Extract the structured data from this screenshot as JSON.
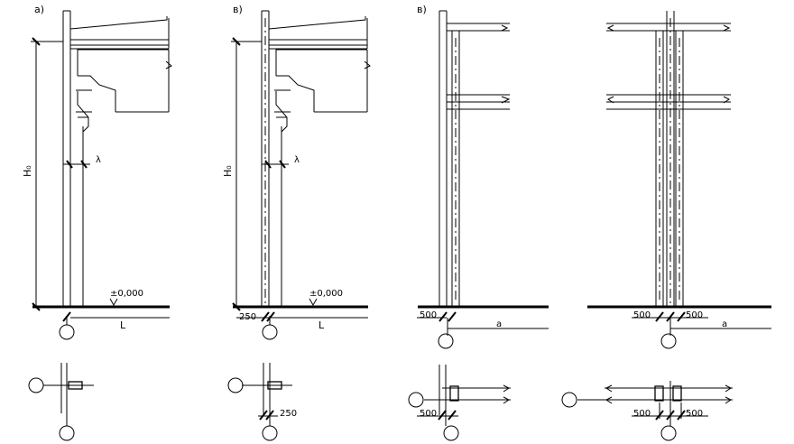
{
  "panels": {
    "a": {
      "letter": "а)",
      "height_label": "H₀",
      "lambda_label": "λ",
      "level_label": "±0,000",
      "span_label": "L"
    },
    "b": {
      "letter": "в)",
      "height_label": "H₀",
      "lambda_label": "λ",
      "level_label": "±0,000",
      "span_label": "L",
      "offset_label": "250",
      "plan_offset_label": "250"
    },
    "c": {
      "letter": "в)",
      "offset_label": "500",
      "span_label": "a",
      "plan_offset_label": "500"
    },
    "d": {
      "offset_left_label": "500",
      "offset_right_label": "500",
      "span_label": "a",
      "plan_offset_left_label": "500",
      "plan_offset_right_label": "500"
    }
  },
  "colors": {
    "line": "#000000",
    "background": "#ffffff"
  }
}
